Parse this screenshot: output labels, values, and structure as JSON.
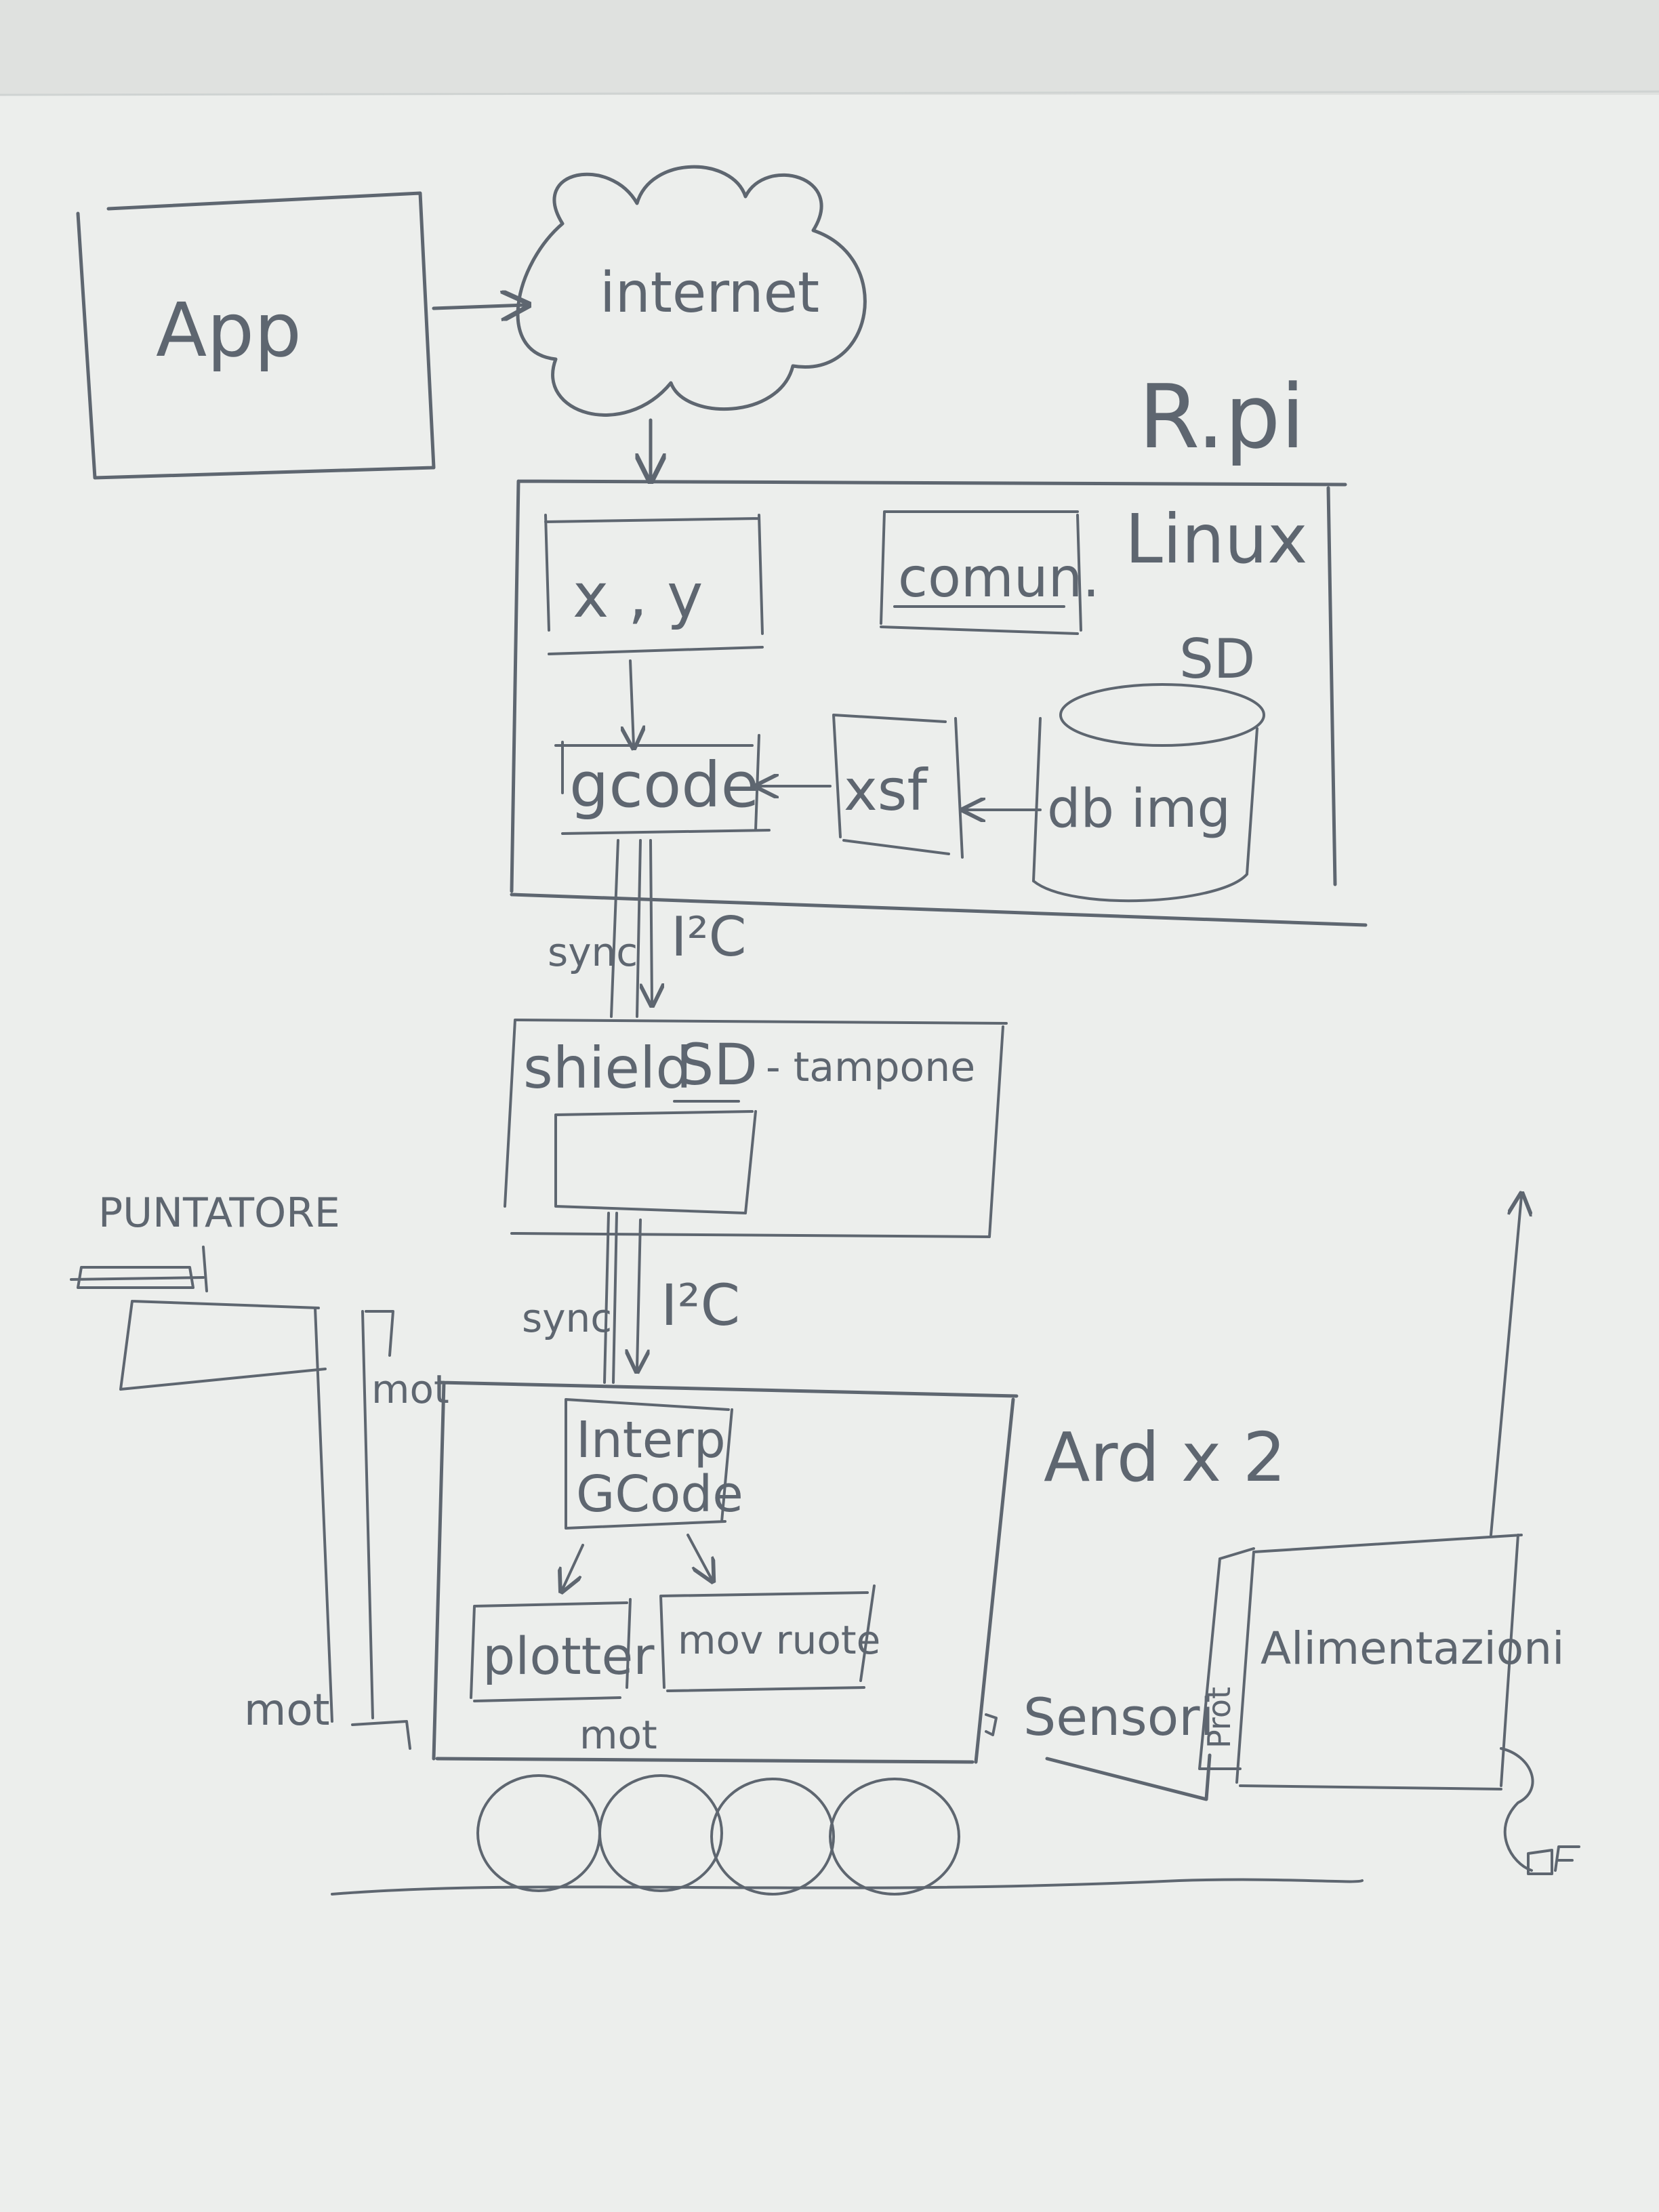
{
  "colors": {
    "paper": "#eceeec",
    "paper_top": "#dfe1df",
    "ink": "#5e6670",
    "background": "#6b4a3a"
  },
  "labels": {
    "app": "App",
    "internet": "internet",
    "rpi": "R.pi",
    "linux": "Linux",
    "xy": "x , y",
    "comun": "comun.",
    "sd": "SD",
    "gcode": "gcode",
    "xsf": "xsf",
    "db_img": "db img",
    "sync_1": "sync",
    "i2c_1": "I²C",
    "shield": "shield",
    "shield_sd": "SD",
    "tampone": "- tampone",
    "puntatore": "PUNTATORE",
    "sync_2": "sync",
    "i2c_2": "I²C",
    "mot_top": "mot",
    "ard": "Ard x 2",
    "interp_line1": "Interp",
    "interp_line2": "GCode",
    "plotter": "plotter",
    "mov_ruote": "mov ruote",
    "mot_left": "mot",
    "mot_bottom": "mot",
    "sensori": "Sensori",
    "prot": "Prot",
    "alimentazioni": "Alimentazioni"
  }
}
